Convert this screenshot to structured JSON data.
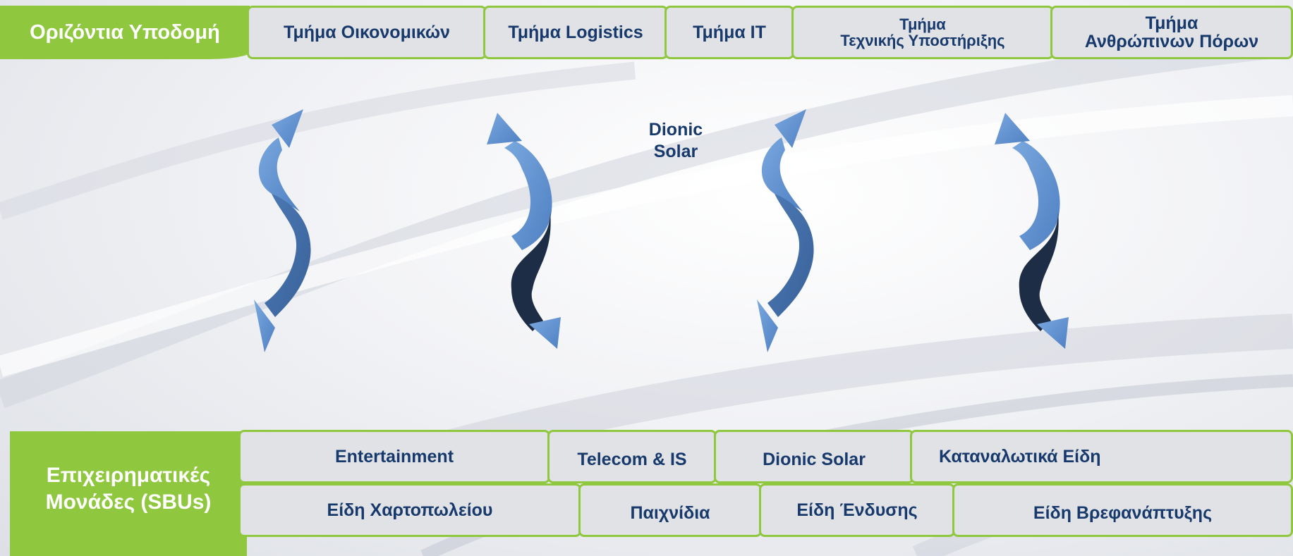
{
  "colors": {
    "green": "#8fc73e",
    "navy_text": "#17396b",
    "arrow_light": "#5e8fcf",
    "arrow_dark": "#1c2d45",
    "box_fill": "#e0e2e6"
  },
  "horizontal": {
    "label": "Οριζόντια Υποδομή",
    "departments": [
      "Τμήμα  Οικονομικών",
      "Τμήμα Logistics",
      "Τμήμα IT",
      "Τμήμα\nΤεχνικής Υποστήριξης",
      "Τμήμα\nΑνθρώπινων Πόρων"
    ]
  },
  "center_label": "Dionic\nSolar",
  "sbus": {
    "label": "Επιχειρηματικές\nΜονάδες  (SBUs)",
    "row1": [
      "Entertainment",
      "Telecom & IS",
      "Dionic Solar",
      "Καταναλωτικά Είδη"
    ],
    "row2": [
      "Είδη  Χαρτοπωλείου",
      "Παιχνίδια",
      "Είδη Ένδυσης",
      "Είδη Βρεφανάπτυξης"
    ]
  },
  "arrows": [
    {
      "name": "arrow-1",
      "shape": "S"
    },
    {
      "name": "arrow-2",
      "shape": "reverse-S"
    },
    {
      "name": "arrow-3",
      "shape": "S"
    },
    {
      "name": "arrow-4",
      "shape": "reverse-S"
    }
  ]
}
